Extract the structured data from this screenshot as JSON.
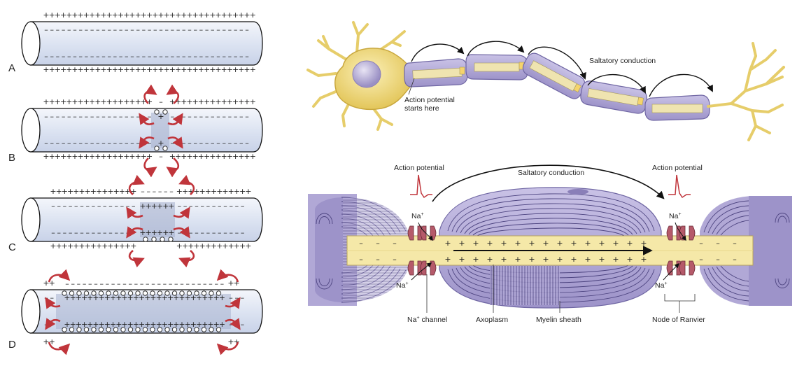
{
  "panels": [
    {
      "letter": "A"
    },
    {
      "letter": "B"
    },
    {
      "letter": "C"
    },
    {
      "letter": "D"
    }
  ],
  "top_labels": {
    "saltatory": "Saltatory conduction",
    "ap_start_line1": "Action potential",
    "ap_start_line2": "starts here"
  },
  "bottom_labels": {
    "ap_left": "Action potential",
    "ap_right": "Action potential",
    "saltatory": "Saltatory conduction",
    "na_top_left": "Na",
    "na_bottom_left": "Na",
    "na_top_right": "Na",
    "na_bottom_right": "Na",
    "na_sup": "+",
    "na_channel": "Na",
    "na_channel_rest": " channel",
    "axoplasm": "Axoplasm",
    "myelin": "Myelin sheath",
    "node": "Node of Ranvier"
  },
  "colors": {
    "axon_fill": "#d8e0f0",
    "neuron_body": "#f2dd82",
    "myelin": "#b1a8d6",
    "myelin_dark": "#8a7fb8",
    "axoplasm": "#f5e8a8",
    "current_arrow": "#c0353b",
    "channel": "#b55a6a"
  }
}
